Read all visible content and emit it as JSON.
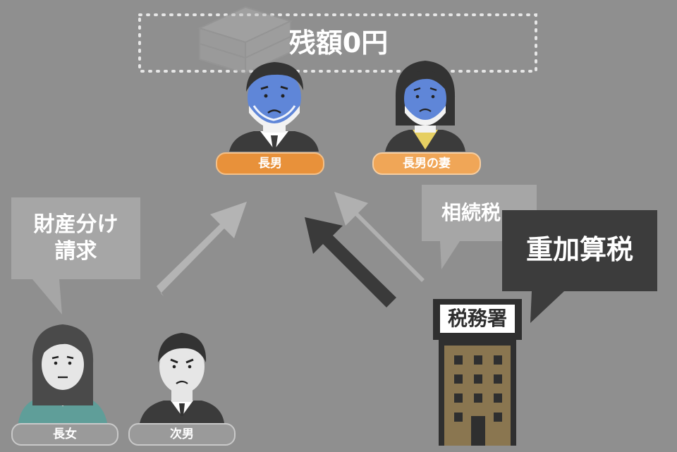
{
  "balance_banner": {
    "text": "残額0円"
  },
  "people": {
    "eldest_son": {
      "label": "長男"
    },
    "eldest_son_wife": {
      "label": "長男の妻"
    },
    "eldest_daughter": {
      "label": "長女"
    },
    "second_son": {
      "label": "次男"
    }
  },
  "bubbles": {
    "property_claim": {
      "line1": "財産分け",
      "line2": "請求"
    },
    "inheritance_tax": {
      "text": "相続税"
    },
    "additional_tax": {
      "text": "重加算税"
    }
  },
  "tax_office": {
    "sign": "税務署"
  },
  "colors": {
    "background": "#8f8f8f",
    "orange_label": "#e8913a",
    "light_orange_label": "#f0a657",
    "gray_label": "#9a9a9a",
    "dark_bubble": "#3c3c3c",
    "light_bubble": "#a6a6a6",
    "building_body": "#8a7650"
  }
}
